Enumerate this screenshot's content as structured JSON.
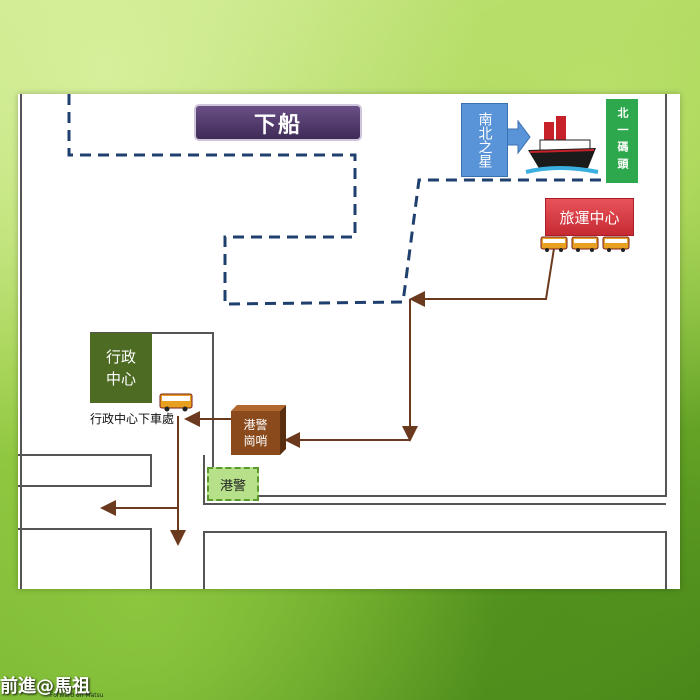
{
  "map": {
    "title": "下船",
    "boat_name": "南北之星",
    "pier": "北一碼頭",
    "travel_center": "旅運中心",
    "admin_center": "行政中心",
    "admin_dropoff": "行政中心下車處",
    "police_post": "港警崗哨",
    "police": "港警"
  },
  "watermark": {
    "text": "前進@馬祖",
    "subtext": "Forward on Matsu"
  },
  "colors": {
    "route_arrow": "#6b3a1e",
    "dashed_path": "#1f3f6e",
    "road": "#555555"
  }
}
